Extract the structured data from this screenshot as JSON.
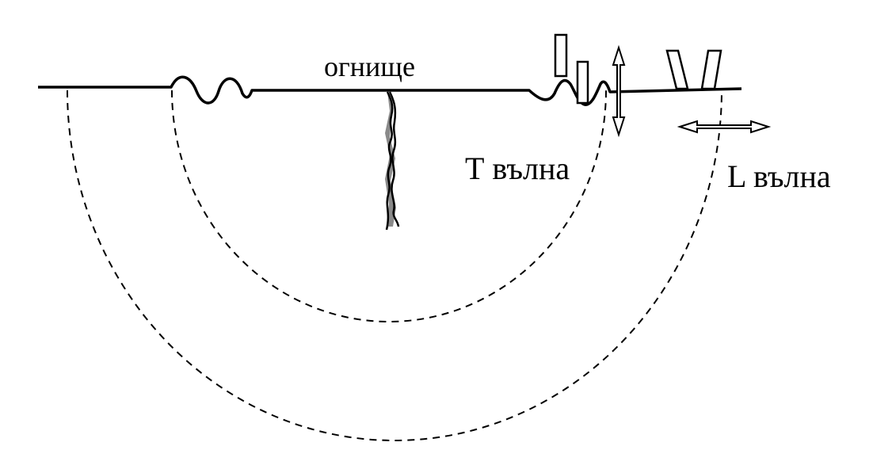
{
  "labels": {
    "focus": "огнище",
    "t_wave": "Т вълна",
    "l_wave": "L вълна"
  },
  "colors": {
    "ink": "#000000",
    "paper": "#ffffff",
    "fault_fill": "#8a8a8a"
  }
}
